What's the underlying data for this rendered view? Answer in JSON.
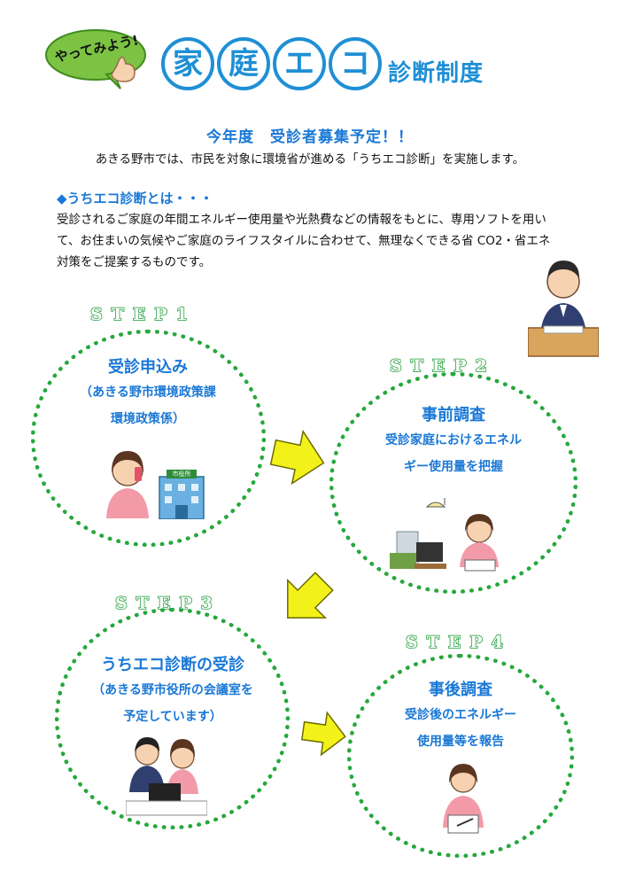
{
  "header": {
    "badge_text": "やってみよう!",
    "title_chars": [
      "家",
      "庭",
      "エ",
      "コ"
    ],
    "title_suffix": "診断制度"
  },
  "headline": "今年度　受診者募集予定！！",
  "lead": "あきる野市では、市民を対象に環境省が進める「うちエコ診断」を実施します。",
  "section": {
    "heading": "◆うちエコ診断とは・・・",
    "body": "受診されるご家庭の年間エネルギー使用量や光熱費などの情報をもとに、専用ソフトを用いて、お住まいの気候やご家庭のライフスタイルに合わせて、無理なくできる省 CO2・省エネ対策をご提案するものです。"
  },
  "steps": [
    {
      "label": "STEP1",
      "title": "受診申込み",
      "lines": [
        "（あきる野市環境政策課",
        "環境政策係）"
      ]
    },
    {
      "label": "STEP2",
      "title": "事前調査",
      "lines": [
        "受診家庭におけるエネル",
        "ギー使用量を把握"
      ]
    },
    {
      "label": "STEP3",
      "title": "うちエコ診断の受診",
      "lines": [
        "（あきる野市役所の会議室を",
        "予定しています）"
      ]
    },
    {
      "label": "STEP4",
      "title": "事後調査",
      "lines": [
        "受診後のエネルギー",
        "使用量等を報告"
      ]
    }
  ],
  "illustrations": {
    "building_sign": "市役所"
  },
  "colors": {
    "accent_blue": "#1a78d6",
    "step_green": "#25a83c",
    "arrow_yellow": "#f2f21a",
    "badge_green": "#7cc243"
  }
}
